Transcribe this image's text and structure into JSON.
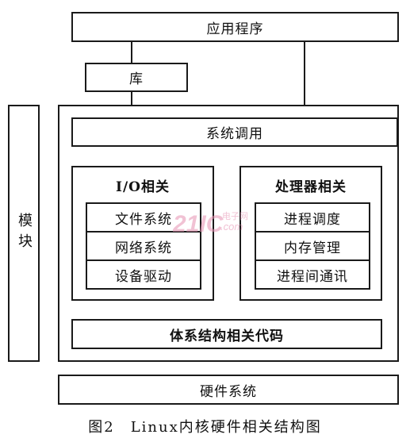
{
  "diagram": {
    "application": "应用程序",
    "library": "库",
    "module": "模块",
    "system_call": "系统调用",
    "io_group": {
      "title": "I/O相关",
      "items": [
        "文件系统",
        "网络系统",
        "设备驱动"
      ]
    },
    "cpu_group": {
      "title": "处理器相关",
      "items": [
        "进程调度",
        "内存管理",
        "进程间通讯"
      ]
    },
    "arch": "体系结构相关代码",
    "hardware": "硬件系统",
    "caption": "图2　Linux内核硬件相关结构图"
  },
  "watermark": {
    "mark": "21IC",
    "line1": "电子网",
    "line2": ".com",
    "color": "#e58fb0"
  }
}
